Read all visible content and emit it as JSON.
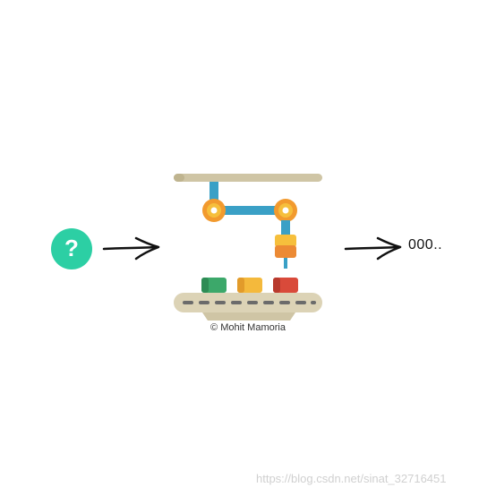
{
  "input": {
    "icon": "question-circle-icon",
    "glyph": "?",
    "color": "#2ccfa4"
  },
  "output": {
    "text": "000.."
  },
  "machine": {
    "icon": "robotic-arm-conveyor-icon",
    "colors": {
      "rail": "#cfc5a5",
      "arm": "#3aa0c6",
      "joint": "#f29a2e",
      "joint_center": "#ffffff",
      "gripper_top": "#f6bf3c",
      "gripper_bottom": "#ec8a34",
      "box_green": "#3ca86a",
      "box_yellow": "#f4b93c",
      "box_red": "#d94a3a",
      "belt": "#dcd3b6",
      "belt_dash": "#6b6b6b",
      "belt_base": "#cfc5a5"
    }
  },
  "credit": "© Mohit Mamoria",
  "watermark": "https://blog.csdn.net/sinat_32716451"
}
